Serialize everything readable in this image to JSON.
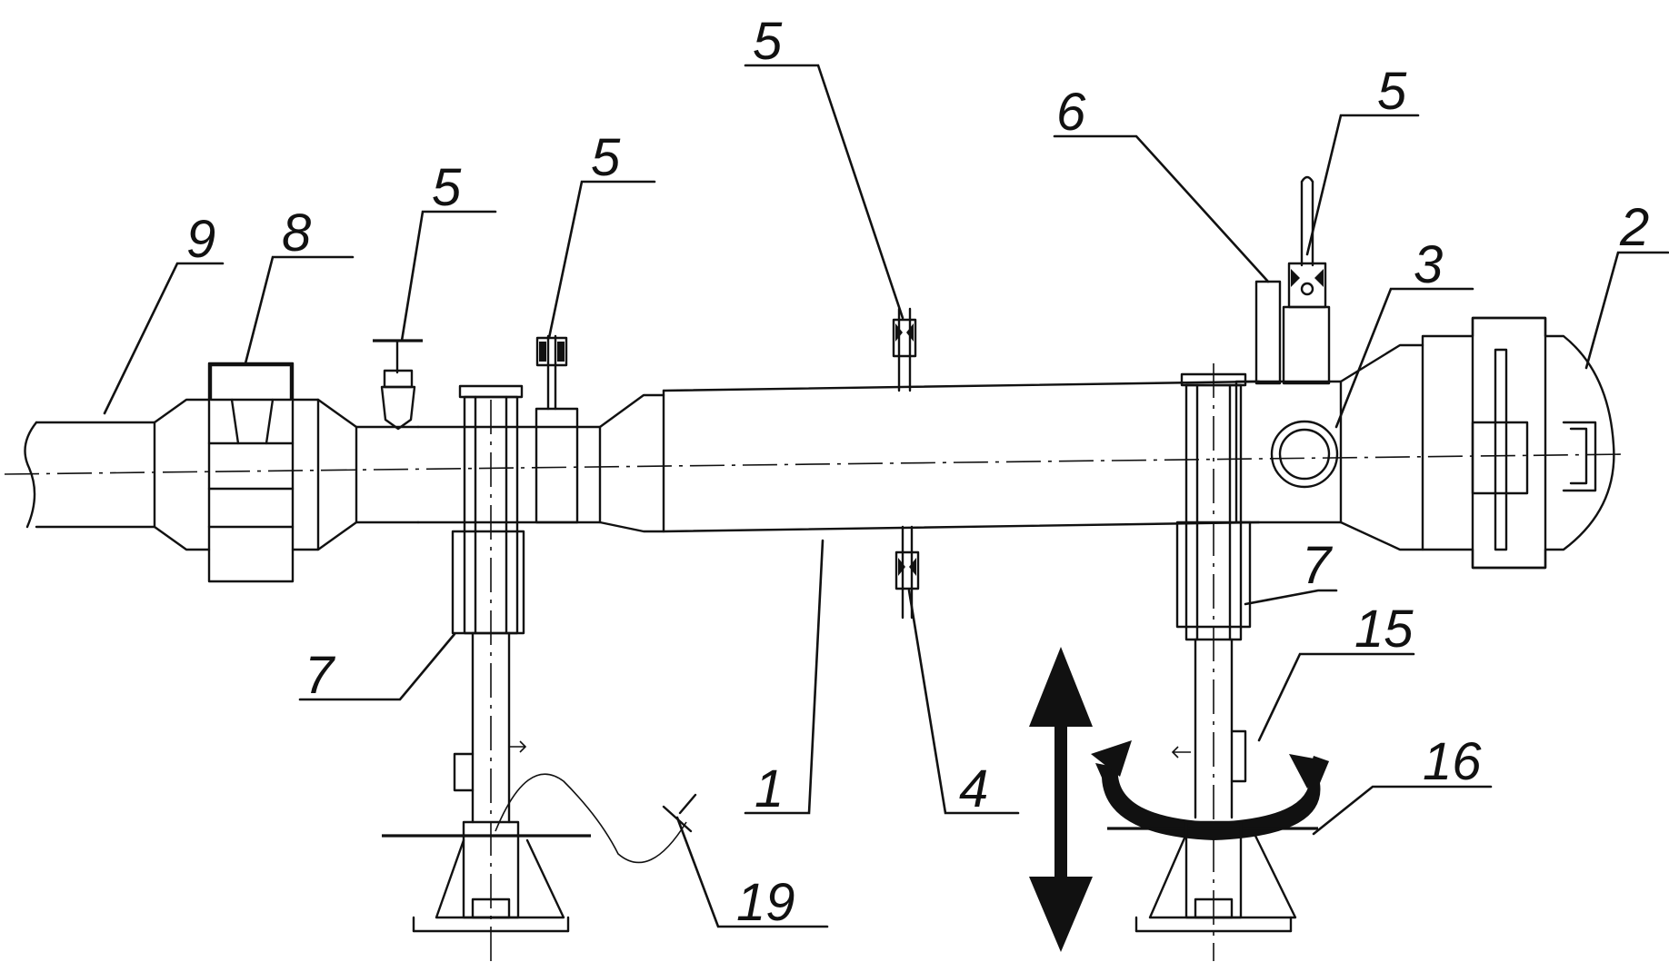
{
  "callouts": [
    {
      "id": "c9",
      "text": "9"
    },
    {
      "id": "c8",
      "text": "8"
    },
    {
      "id": "c5a",
      "text": "5"
    },
    {
      "id": "c5b",
      "text": "5"
    },
    {
      "id": "c5c",
      "text": "5"
    },
    {
      "id": "c6",
      "text": "6"
    },
    {
      "id": "c5d",
      "text": "5"
    },
    {
      "id": "c3",
      "text": "3"
    },
    {
      "id": "c2",
      "text": "2"
    },
    {
      "id": "c7a",
      "text": "7"
    },
    {
      "id": "c7b",
      "text": "7"
    },
    {
      "id": "c15",
      "text": "15"
    },
    {
      "id": "c16",
      "text": "16"
    },
    {
      "id": "c1",
      "text": "1"
    },
    {
      "id": "c4",
      "text": "4"
    },
    {
      "id": "c19",
      "text": "19"
    }
  ],
  "colors": {
    "ink": "#111111",
    "paper": "#ffffff"
  }
}
